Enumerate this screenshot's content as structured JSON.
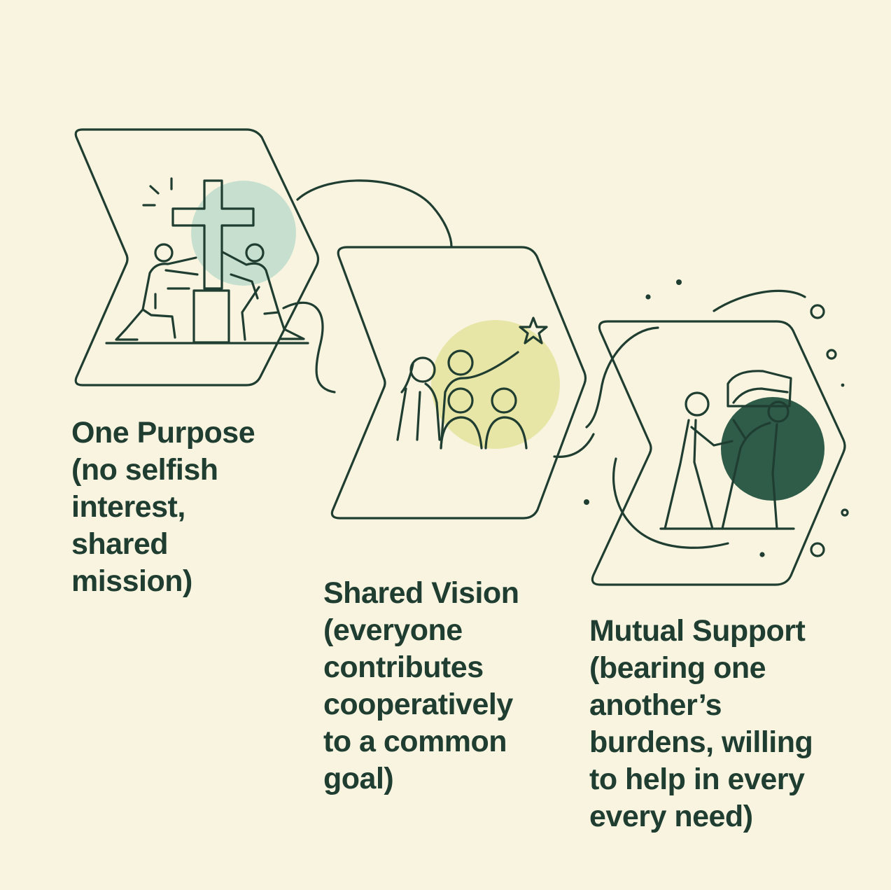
{
  "colors": {
    "background": "#f8f4e0",
    "ink": "#1f3d30",
    "mint_circle": "#c6dfcf",
    "yellow_circle": "#e8e6a6",
    "dark_green_circle": "#2f5c48"
  },
  "steps": [
    {
      "caption": "One Purpose\n(no selfish\ninterest,\nshared\nmission)",
      "icon": "two-people-raising-cross-icon"
    },
    {
      "caption": "Shared Vision\n(everyone\ncontributes\ncooperatively\nto a common\ngoal)",
      "icon": "group-pointing-to-star-icon"
    },
    {
      "caption": "Mutual Support\n(bearing one\nanother’s\nburdens, willing\nto help in every\nevery need)",
      "icon": "people-carrying-burden-icon"
    }
  ]
}
